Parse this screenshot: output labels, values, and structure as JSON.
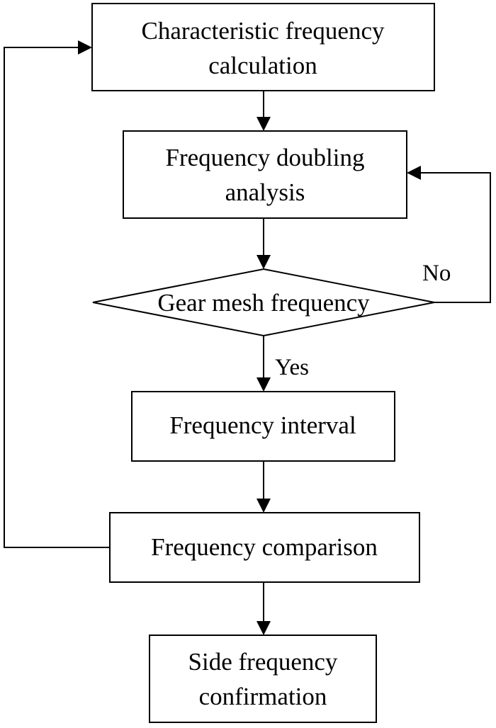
{
  "nodes": {
    "characteristic": {
      "line1": "Characteristic frequency",
      "line2": "calculation"
    },
    "doubling": {
      "line1": "Frequency doubling",
      "line2": "analysis"
    },
    "gear_mesh": {
      "label": "Gear mesh frequency"
    },
    "interval": {
      "label": "Frequency interval"
    },
    "comparison": {
      "label": "Frequency comparison"
    },
    "side": {
      "line1": "Side frequency",
      "line2": "confirmation"
    }
  },
  "edges": {
    "yes_label": "Yes",
    "no_label": "No"
  }
}
